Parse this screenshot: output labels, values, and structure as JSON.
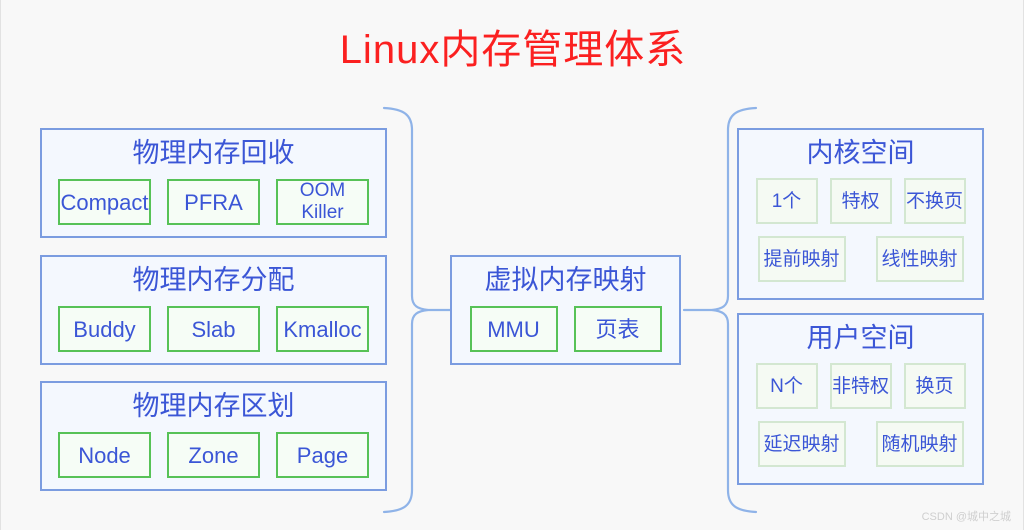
{
  "title": "Linux内存管理体系",
  "watermark": "CSDN @城中之城",
  "left_column": {
    "groups": [
      {
        "title": "物理内存回收",
        "chips": [
          {
            "label": "Compact"
          },
          {
            "label": "PFRA"
          },
          {
            "label": "OOM Killer"
          }
        ]
      },
      {
        "title": "物理内存分配",
        "chips": [
          {
            "label": "Buddy"
          },
          {
            "label": "Slab"
          },
          {
            "label": "Kmalloc"
          }
        ]
      },
      {
        "title": "物理内存区划",
        "chips": [
          {
            "label": "Node"
          },
          {
            "label": "Zone"
          },
          {
            "label": "Page"
          }
        ]
      }
    ]
  },
  "center_column": {
    "group": {
      "title": "虚拟内存映射",
      "chips": [
        {
          "label": "MMU"
        },
        {
          "label": "页表"
        }
      ]
    }
  },
  "right_column": {
    "groups": [
      {
        "title": "内核空间",
        "row1": [
          {
            "label": "1个"
          },
          {
            "label": "特权"
          },
          {
            "label": "不换页"
          }
        ],
        "row2": [
          {
            "label": "提前映射"
          },
          {
            "label": "线性映射"
          }
        ]
      },
      {
        "title": "用户空间",
        "row1": [
          {
            "label": "N个"
          },
          {
            "label": "非特权"
          },
          {
            "label": "换页"
          }
        ],
        "row2": [
          {
            "label": "延迟映射"
          },
          {
            "label": "随机映射"
          }
        ]
      }
    ]
  },
  "colors": {
    "title_red": "#fb2020",
    "group_border_blue": "#7b9ce0",
    "group_fill_blue": "#f4f8fe",
    "chip_border_green": "#57c257",
    "chip_border_pale_green": "#d3e7d1",
    "text_blue": "#3b56d6",
    "brace_blue": "#8fb3e8",
    "background": "#f8f8f8"
  }
}
